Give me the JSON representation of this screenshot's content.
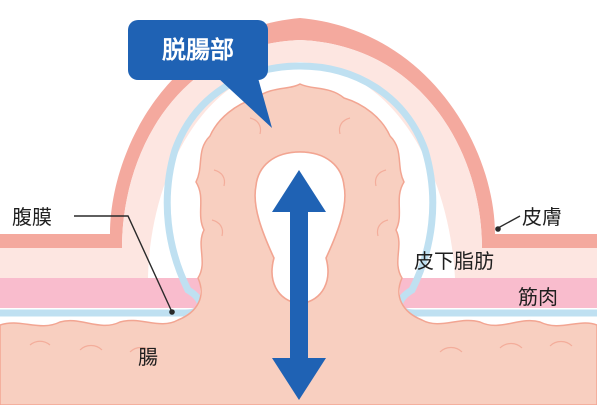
{
  "callout": {
    "title": "脱腸部"
  },
  "labels": {
    "peritoneum": "腹膜",
    "skin": "皮膚",
    "subcutaneous_fat": "皮下脂肪",
    "muscle": "筋肉",
    "intestine": "腸"
  },
  "colors": {
    "skin_outer": "#f4a99e",
    "fat": "#fde6e1",
    "muscle_band": "#f9bccd",
    "peritoneum_line": "#bfe0f1",
    "intestine": "#f8cfc0",
    "intestine_edge": "#f2a592",
    "callout_bg": "#1f62b4",
    "arrow": "#1f62b4"
  }
}
